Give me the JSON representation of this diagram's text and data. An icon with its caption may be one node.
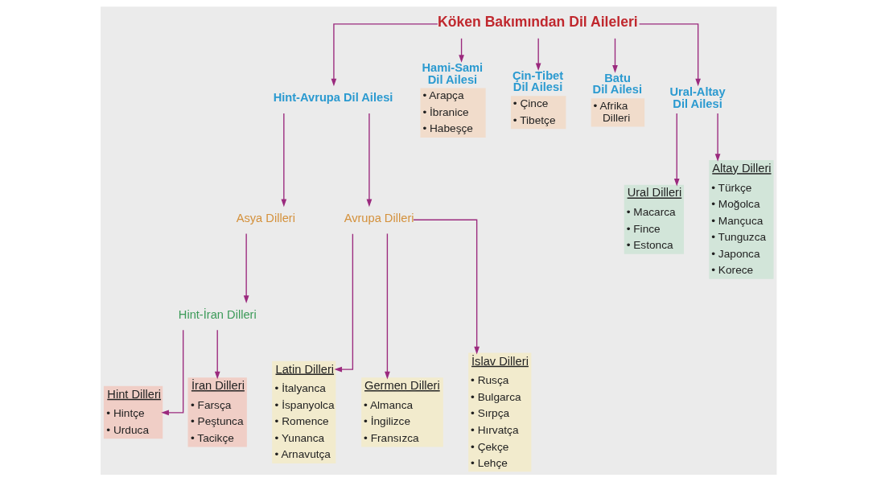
{
  "diagram": {
    "nodes": [
      {
        "text": [
          "Köken Bakımından Dil Aileleri"
        ]
      },
      {
        "text": [
          "Hami-Sami Dil Ailesi",
          "• Arapça",
          "• İbranice",
          "• Habeşçe"
        ]
      },
      {
        "text": [
          "Çin-Tibet Dil Ailesi",
          "• Çince",
          "• Tibetçe"
        ]
      },
      {
        "text": [
          "Batu Dil Ailesi",
          "• Afrika Dilleri"
        ]
      },
      {
        "text": [
          "Ural-Altay Dil Ailesi"
        ]
      },
      {
        "text": [
          "Hint-Avrupa Dil Ailesi"
        ]
      },
      {
        "text": [
          "Ural Dilleri",
          "• Macarca",
          "• Fince",
          "• Estonca"
        ]
      },
      {
        "text": [
          "Altay Dilleri",
          "• Türkçe",
          "• Moğolca",
          "• Mançuca",
          "• Tunguzca",
          "• Japonca",
          "• Korece"
        ]
      },
      {
        "text": [
          "Asya Dilleri"
        ]
      },
      {
        "text": [
          "Avrupa Dilleri"
        ]
      },
      {
        "text": [
          "Hint-İran Dilleri"
        ]
      },
      {
        "text": [
          "Hint Dilleri",
          "• Hintçe",
          "• Urduca"
        ]
      },
      {
        "text": [
          "İran Dilleri",
          "• Farsça",
          "• Peştunca",
          "• Tacikçe"
        ]
      },
      {
        "text": [
          "Latin Dilleri",
          "• İtalyanca",
          "• İspanyolca",
          "• Romence",
          "• Yunanca",
          "• Arnavutça"
        ]
      },
      {
        "text": [
          "Germen Dilleri",
          "• Almanca",
          "• İngilizce",
          "• Fransızca"
        ]
      },
      {
        "text": [
          "İslav Dilleri",
          "• Rusça",
          "• Bulgarca",
          "• Sırpça",
          "• Hırvatça",
          "• Çekçe",
          "• Lehçe"
        ]
      }
    ],
    "edges": [
      {
        "from": 0,
        "to": 5,
        "arrow": "to"
      },
      {
        "from": 0,
        "to": 1,
        "arrow": "to"
      },
      {
        "from": 0,
        "to": 2,
        "arrow": "to"
      },
      {
        "from": 0,
        "to": 3,
        "arrow": "to"
      },
      {
        "from": 0,
        "to": 4,
        "arrow": "to"
      },
      {
        "from": 4,
        "to": 6,
        "arrow": "to"
      },
      {
        "from": 4,
        "to": 7,
        "arrow": "to"
      },
      {
        "from": 5,
        "to": 8,
        "arrow": "to"
      },
      {
        "from": 5,
        "to": 9,
        "arrow": "to"
      },
      {
        "from": 8,
        "to": 10,
        "arrow": "to"
      },
      {
        "from": 10,
        "to": 11,
        "arrow": "to"
      },
      {
        "from": 10,
        "to": 12,
        "arrow": "to"
      },
      {
        "from": 9,
        "to": 13,
        "arrow": "to"
      },
      {
        "from": 9,
        "to": 14,
        "arrow": "to"
      },
      {
        "from": 9,
        "to": 15,
        "arrow": "to"
      }
    ]
  }
}
